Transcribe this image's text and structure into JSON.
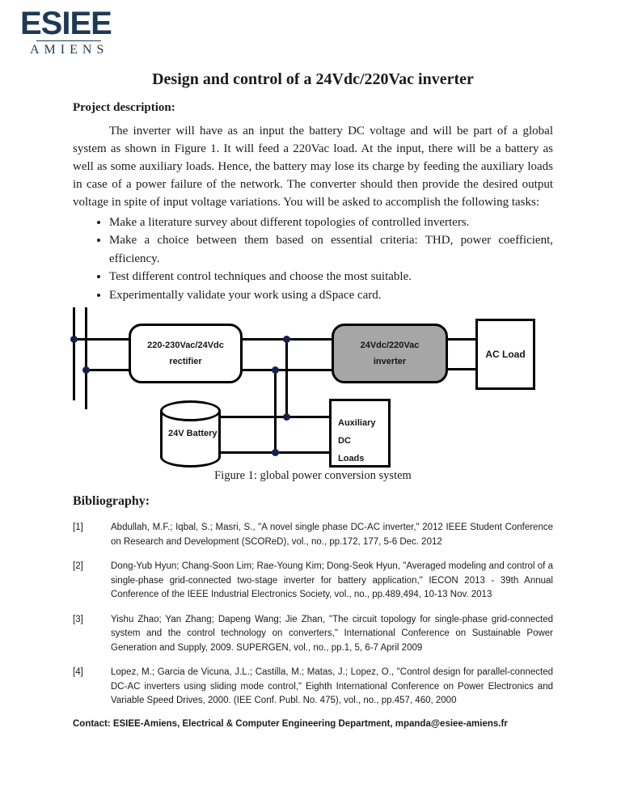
{
  "logo": {
    "name": "ESIEE",
    "subtitle": "AMIENS",
    "color": "#1d3a55"
  },
  "title": "Design and control of a 24Vdc/220Vac inverter",
  "project": {
    "heading": "Project description:",
    "paragraph": "The inverter will have as an input the battery DC voltage and will be part of a global system as shown in Figure 1. It will feed a 220Vac load. At the input, there will be a battery as well as some auxiliary loads. Hence, the battery may lose its charge by feeding the auxiliary loads in case of a power failure of the network. The converter should then provide the desired output voltage in spite of input voltage variations. You will be asked to accomplish the following tasks:",
    "tasks": [
      "Make a literature survey about different topologies of controlled inverters.",
      "Make a choice between them based on essential criteria: THD, power coefficient, efficiency.",
      "Test different control techniques and choose the most suitable.",
      "Experimentally validate your work using a dSpace card."
    ]
  },
  "figure": {
    "caption": "Figure 1: global power conversion system",
    "inverter_fill": "#a6a6a6",
    "junction_color": "#17204d",
    "blocks": {
      "rectifier": {
        "line1": "220-230Vac/24Vdc",
        "line2": "rectifier"
      },
      "inverter": {
        "line1": "24Vdc/220Vac",
        "line2": "inverter"
      },
      "ac_load": {
        "label": "AC Load"
      },
      "battery": {
        "line1": "24V",
        "line2": "Battery"
      },
      "aux_loads": {
        "line1": "Auxiliary",
        "line2": "DC",
        "line3": "Loads"
      }
    }
  },
  "bibliography": {
    "heading": "Bibliography:",
    "references": [
      {
        "label": "[1]",
        "text": "Abdullah, M.F.; Iqbal, S.; Masri, S., \"A novel single phase DC-AC inverter,\" 2012 IEEE Student Conference on Research and Development (SCOReD), vol., no., pp.172, 177, 5-6 Dec. 2012"
      },
      {
        "label": "[2]",
        "text": "Dong-Yub Hyun; Chang-Soon Lim; Rae-Young Kim; Dong-Seok Hyun, \"Averaged modeling and control of a single-phase grid-connected two-stage inverter for battery application,\" IECON 2013 - 39th Annual Conference of the IEEE Industrial Electronics Society, vol., no., pp.489,494, 10-13 Nov. 2013"
      },
      {
        "label": "[3]",
        "text": "Yishu Zhao; Yan Zhang; Dapeng Wang; Jie Zhan, \"The circuit topology for single-phase grid-connected system and the control technology on converters,\" International Conference on Sustainable Power Generation and Supply, 2009. SUPERGEN, vol., no., pp.1, 5, 6-7 April 2009"
      },
      {
        "label": "[4]",
        "text": "Lopez, M.; Garcia de Vicuna, J.L.; Castilla, M.; Matas, J.; Lopez, O., \"Control design for parallel-connected DC-AC inverters using sliding mode control,\" Eighth International Conference on Power Electronics and Variable Speed Drives, 2000. (IEE Conf. Publ. No. 475), vol., no., pp.457, 460, 2000"
      }
    ]
  },
  "contact": "Contact: ESIEE-Amiens, Electrical & Computer Engineering Department, mpanda@esiee-amiens.fr"
}
